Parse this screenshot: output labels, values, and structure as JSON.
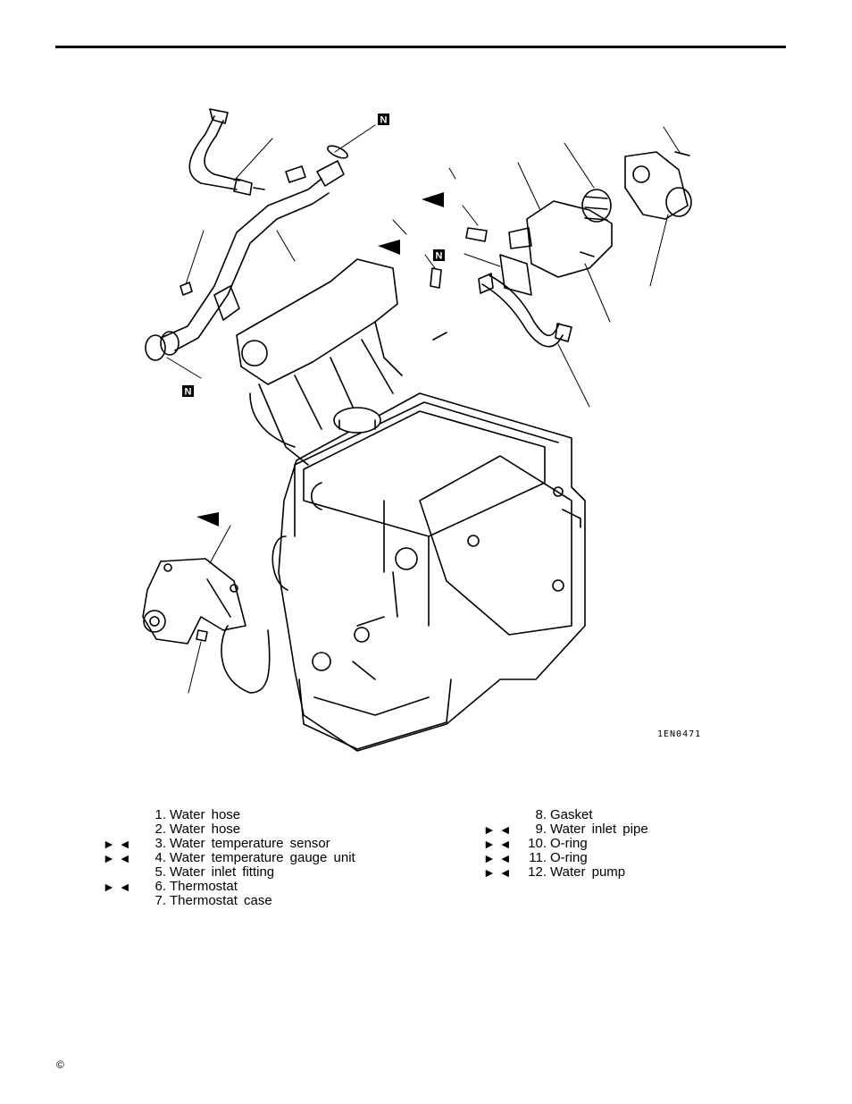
{
  "figure": {
    "code": "1EN0471",
    "callout_marker": "N"
  },
  "legend": {
    "marker": "► ◄",
    "left": [
      {
        "num": "1.",
        "label": "Water hose",
        "marked": false
      },
      {
        "num": "2.",
        "label": "Water hose",
        "marked": false
      },
      {
        "num": "3.",
        "label": "Water temperature sensor",
        "marked": true
      },
      {
        "num": "4.",
        "label": "Water temperature gauge unit",
        "marked": true
      },
      {
        "num": "5.",
        "label": "Water inlet fitting",
        "marked": false
      },
      {
        "num": "6.",
        "label": "Thermostat",
        "marked": true
      },
      {
        "num": "7.",
        "label": "Thermostat case",
        "marked": false
      }
    ],
    "right": [
      {
        "num": "8.",
        "label": "Gasket",
        "marked": false
      },
      {
        "num": "9.",
        "label": "Water inlet pipe",
        "marked": true
      },
      {
        "num": "10.",
        "label": "O-ring",
        "marked": true
      },
      {
        "num": "11.",
        "label": "O-ring",
        "marked": true
      },
      {
        "num": "12.",
        "label": "Water pump",
        "marked": true
      }
    ]
  },
  "footer": {
    "copyright": "©"
  }
}
